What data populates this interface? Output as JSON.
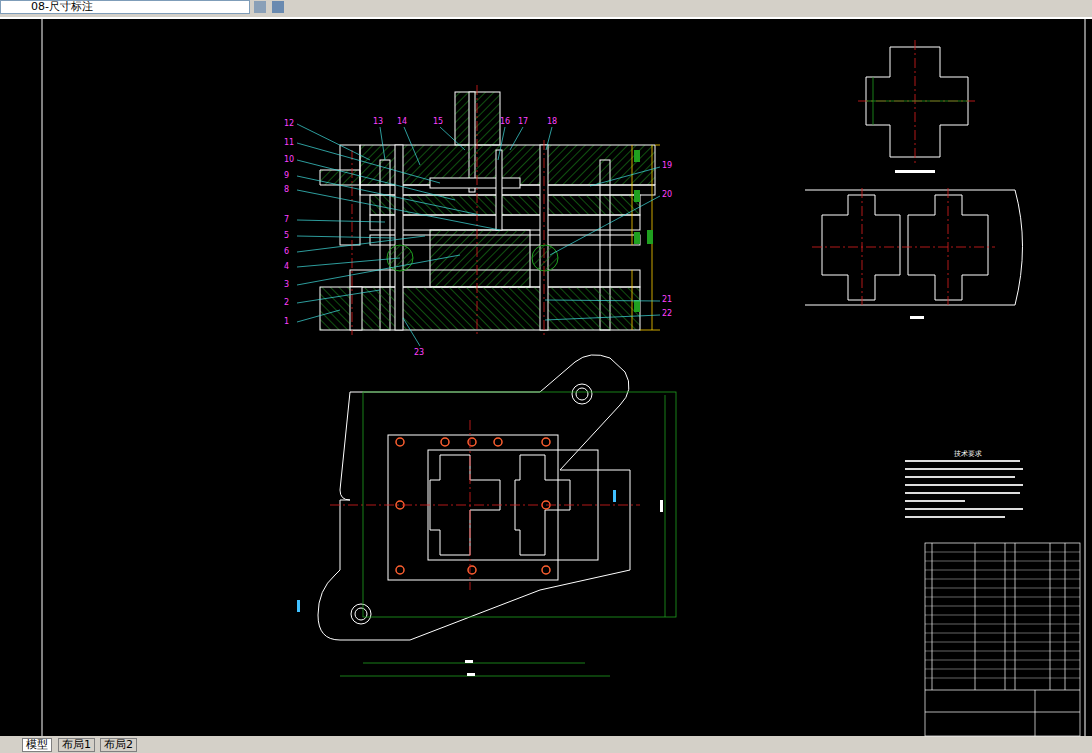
{
  "diagram": {
    "nodes": [
      {
        "text": [
          "08-尺寸标注"
        ]
      },
      {
        "text": [
          "模型"
        ]
      },
      {
        "text": [
          "布局1"
        ]
      },
      {
        "text": [
          "布局2"
        ]
      }
    ],
    "labels": [
      "12",
      "11",
      "10",
      "9",
      "8",
      "7",
      "5",
      "6",
      "4",
      "3",
      "2",
      "1",
      "13",
      "14",
      "15",
      "16",
      "17",
      "18",
      "19",
      "20",
      "21",
      "22",
      "23",
      "技术要求"
    ]
  }
}
